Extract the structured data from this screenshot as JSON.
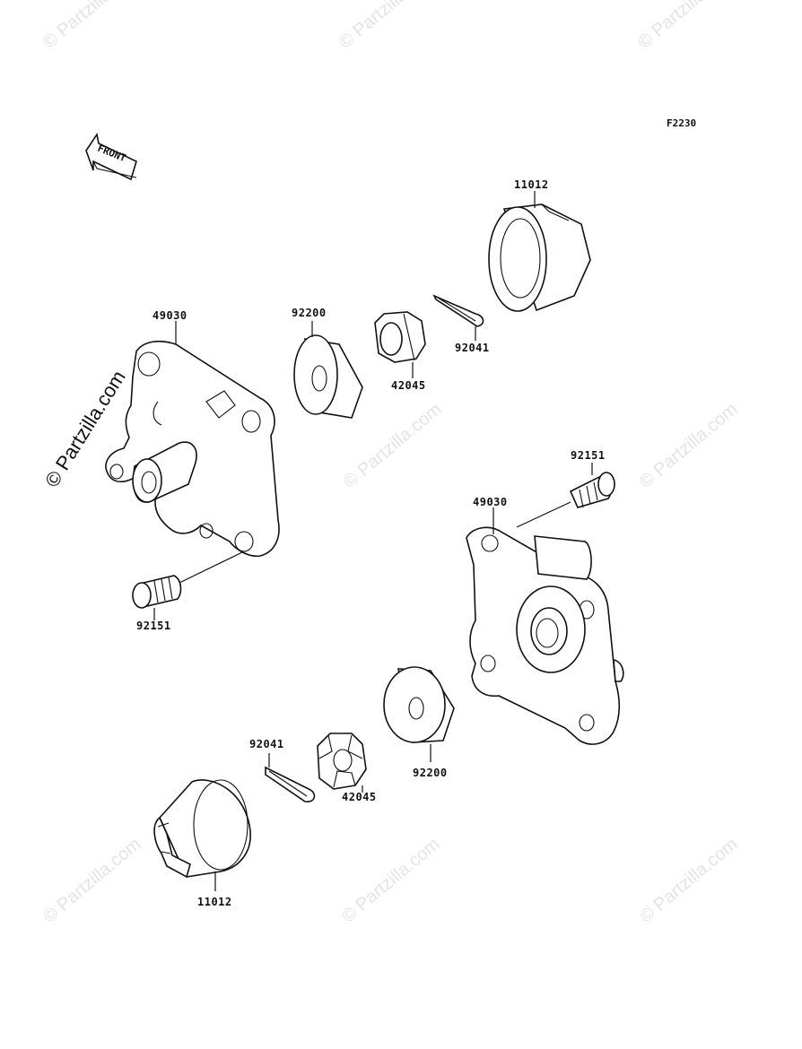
{
  "diagram": {
    "code": "F2230",
    "front_label": "FRONT",
    "watermark_text": "© Partzilla.com",
    "labels": {
      "hub_left": "49030",
      "hub_right": "49030",
      "washer_upper": "92200",
      "washer_lower": "92200",
      "nut_upper": "42045",
      "nut_lower": "42045",
      "pin_upper": "92041",
      "pin_lower": "92041",
      "cap_upper": "11012",
      "cap_lower": "11012",
      "bolt_left": "92151",
      "bolt_right": "92151"
    }
  }
}
